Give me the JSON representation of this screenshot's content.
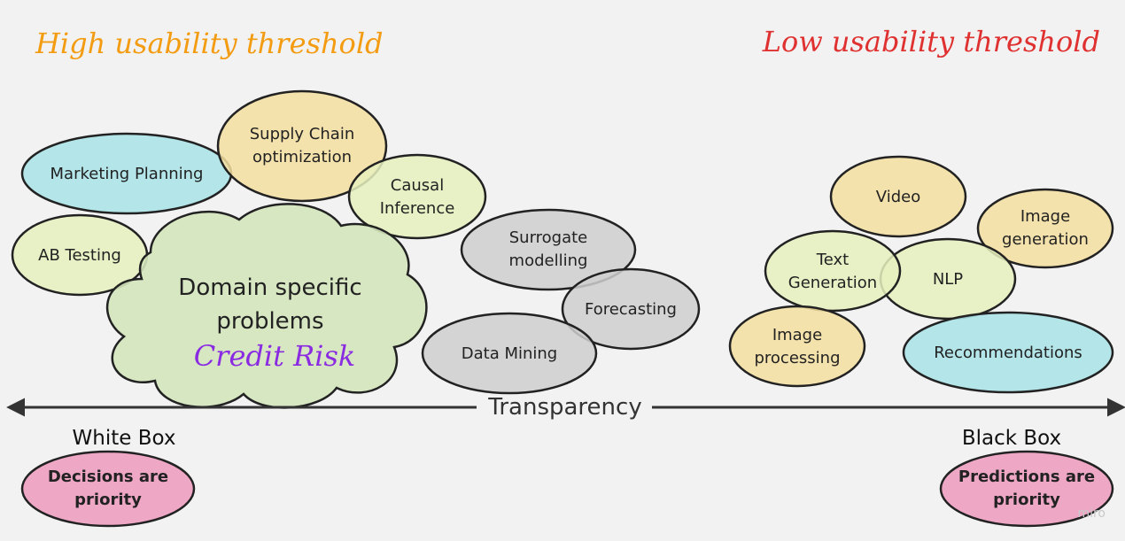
{
  "headings": {
    "high": "High usability threshold",
    "low": "Low usability threshold"
  },
  "nodes": {
    "marketing_planning": "Marketing Planning",
    "supply_chain_1": "Supply Chain",
    "supply_chain_2": "optimization",
    "causal_1": "Causal",
    "causal_2": "Inference",
    "ab_testing": "AB Testing",
    "domain_1": "Domain specific",
    "domain_2": "problems",
    "credit_risk": "Credit Risk",
    "surrogate_1": "Surrogate",
    "surrogate_2": "modelling",
    "forecasting": "Forecasting",
    "data_mining": "Data Mining",
    "video": "Video",
    "image_gen_1": "Image",
    "image_gen_2": "generation",
    "text_gen_1": "Text",
    "text_gen_2": "Generation",
    "nlp": "NLP",
    "image_proc_1": "Image",
    "image_proc_2": "processing",
    "recommendations": "Recommendations"
  },
  "axis": {
    "label": "Transparency",
    "left_label": "White Box",
    "right_label": "Black Box"
  },
  "priorities": {
    "left_1": "Decisions are",
    "left_2": "priority",
    "right_1": "Predictions are",
    "right_2": "priority"
  },
  "watermark": "miro",
  "colors": {
    "orange": "#f39c12",
    "red": "#e03131",
    "purple": "#8a2be2",
    "cyan": "#a8e3e8",
    "yellow": "#f5dfa0",
    "light_green": "#e6f0bd",
    "cloud_green": "#d4e6bd",
    "gray": "#cfcfcf",
    "pink": "#efa7c6"
  }
}
